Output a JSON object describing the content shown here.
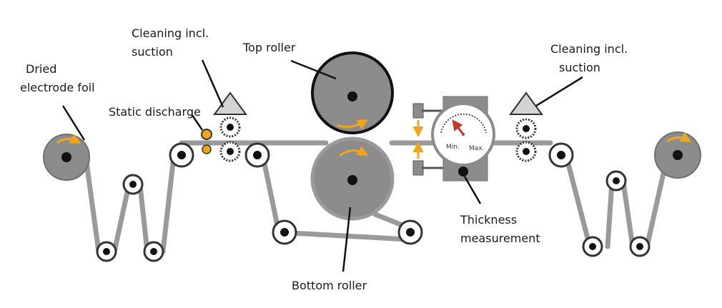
{
  "labels": {
    "dried_foil": [
      "Dried",
      "electrode foil"
    ],
    "cleaning_left": [
      "Cleaning incl.",
      "suction"
    ],
    "static_discharge": "Static discharge",
    "top_roller": "Top roller",
    "cleaning_right": [
      "Cleaning incl.",
      "suction"
    ],
    "thickness": [
      "Thickness",
      "measurement"
    ],
    "bottom_roller": "Bottom roller",
    "gauge_min": "Min.",
    "gauge_max": "Max."
  },
  "colors": {
    "roller_fill": "#8c8c8c",
    "foil": "#9a9a9a",
    "accent": "#f0a61c",
    "needle": "#c0392b",
    "triangle_fill": "#d4d4d4"
  },
  "icons": [
    "unwind-roll-icon",
    "rewind-roll-icon",
    "cleaning-brush-icon",
    "suction-nozzle-icon",
    "static-discharge-icon",
    "thickness-gauge-icon"
  ]
}
